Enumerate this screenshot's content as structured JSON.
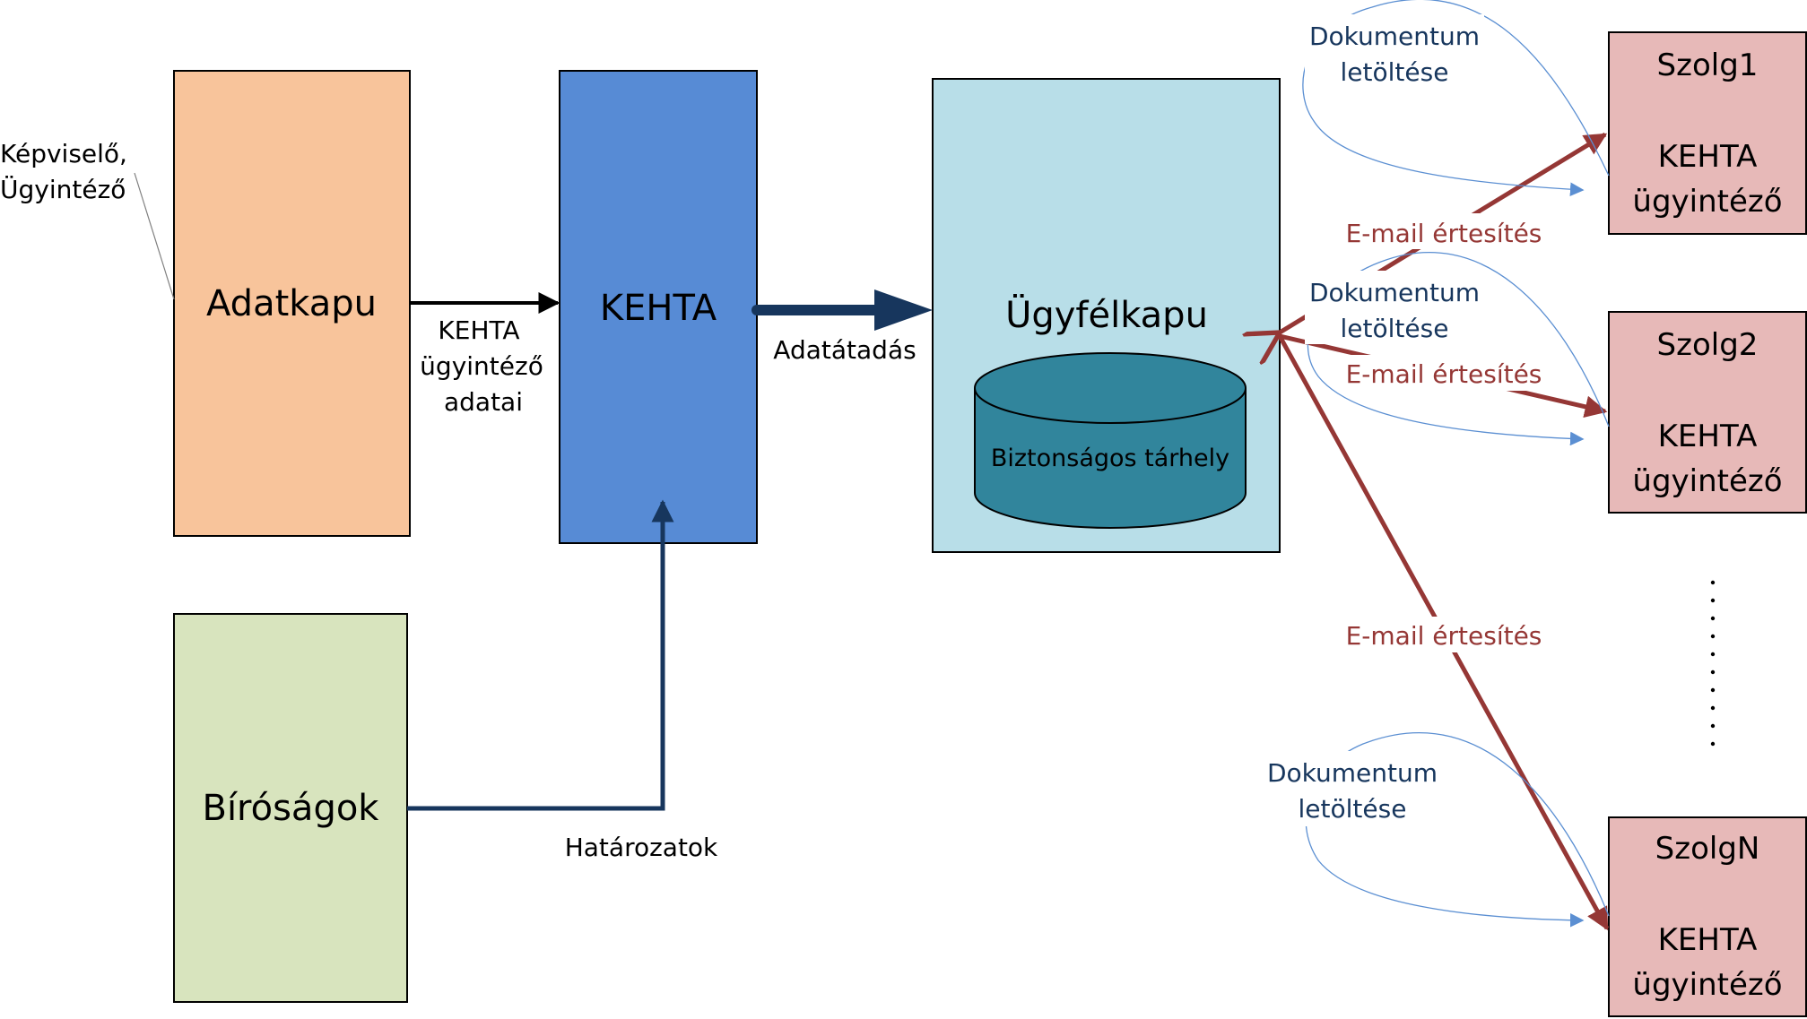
{
  "annotation": {
    "line1": "Képviselő,",
    "line2": "Ügyintéző"
  },
  "adatkapu": {
    "label": "Adatkapu"
  },
  "kehta": {
    "label": "KEHTA"
  },
  "birosagok": {
    "label": "Bíróságok"
  },
  "ugyfelkapu": {
    "label": "Ügyfélkapu",
    "storage_label": "Biztonságos tárhely"
  },
  "edges": {
    "kehta_data": {
      "line1": "KEHTA",
      "line2": "ügyintéző",
      "line3": "adatai"
    },
    "adatatadas": "Adatátadás",
    "hatarozatok": "Határozatok"
  },
  "services": [
    {
      "name": "Szolg1",
      "role_line1": "KEHTA",
      "role_line2": "ügyintéző"
    },
    {
      "name": "Szolg2",
      "role_line1": "KEHTA",
      "role_line2": "ügyintéző"
    },
    {
      "name": "SzolgN",
      "role_line1": "KEHTA",
      "role_line2": "ügyintéző"
    }
  ],
  "download_labels": [
    {
      "line1": "Dokumentum",
      "line2": "letöltése"
    },
    {
      "line1": "Dokumentum",
      "line2": "letöltése"
    },
    {
      "line1": "Dokumentum",
      "line2": "letöltése"
    }
  ],
  "email_labels": [
    "E-mail értesítés",
    "E-mail értesítés",
    "E-mail értesítés"
  ],
  "colors": {
    "adatkapu_fill": "#F8C49B",
    "kehta_fill": "#578BD5",
    "birosagok_fill": "#D8E4BE",
    "ugyfelkapu_fill": "#B8DEE8",
    "storage_fill": "#31859C",
    "service_fill": "#E7B9B8",
    "navy": "#17365D",
    "email_red": "#953735",
    "download_blue": "#5B8FD2"
  }
}
